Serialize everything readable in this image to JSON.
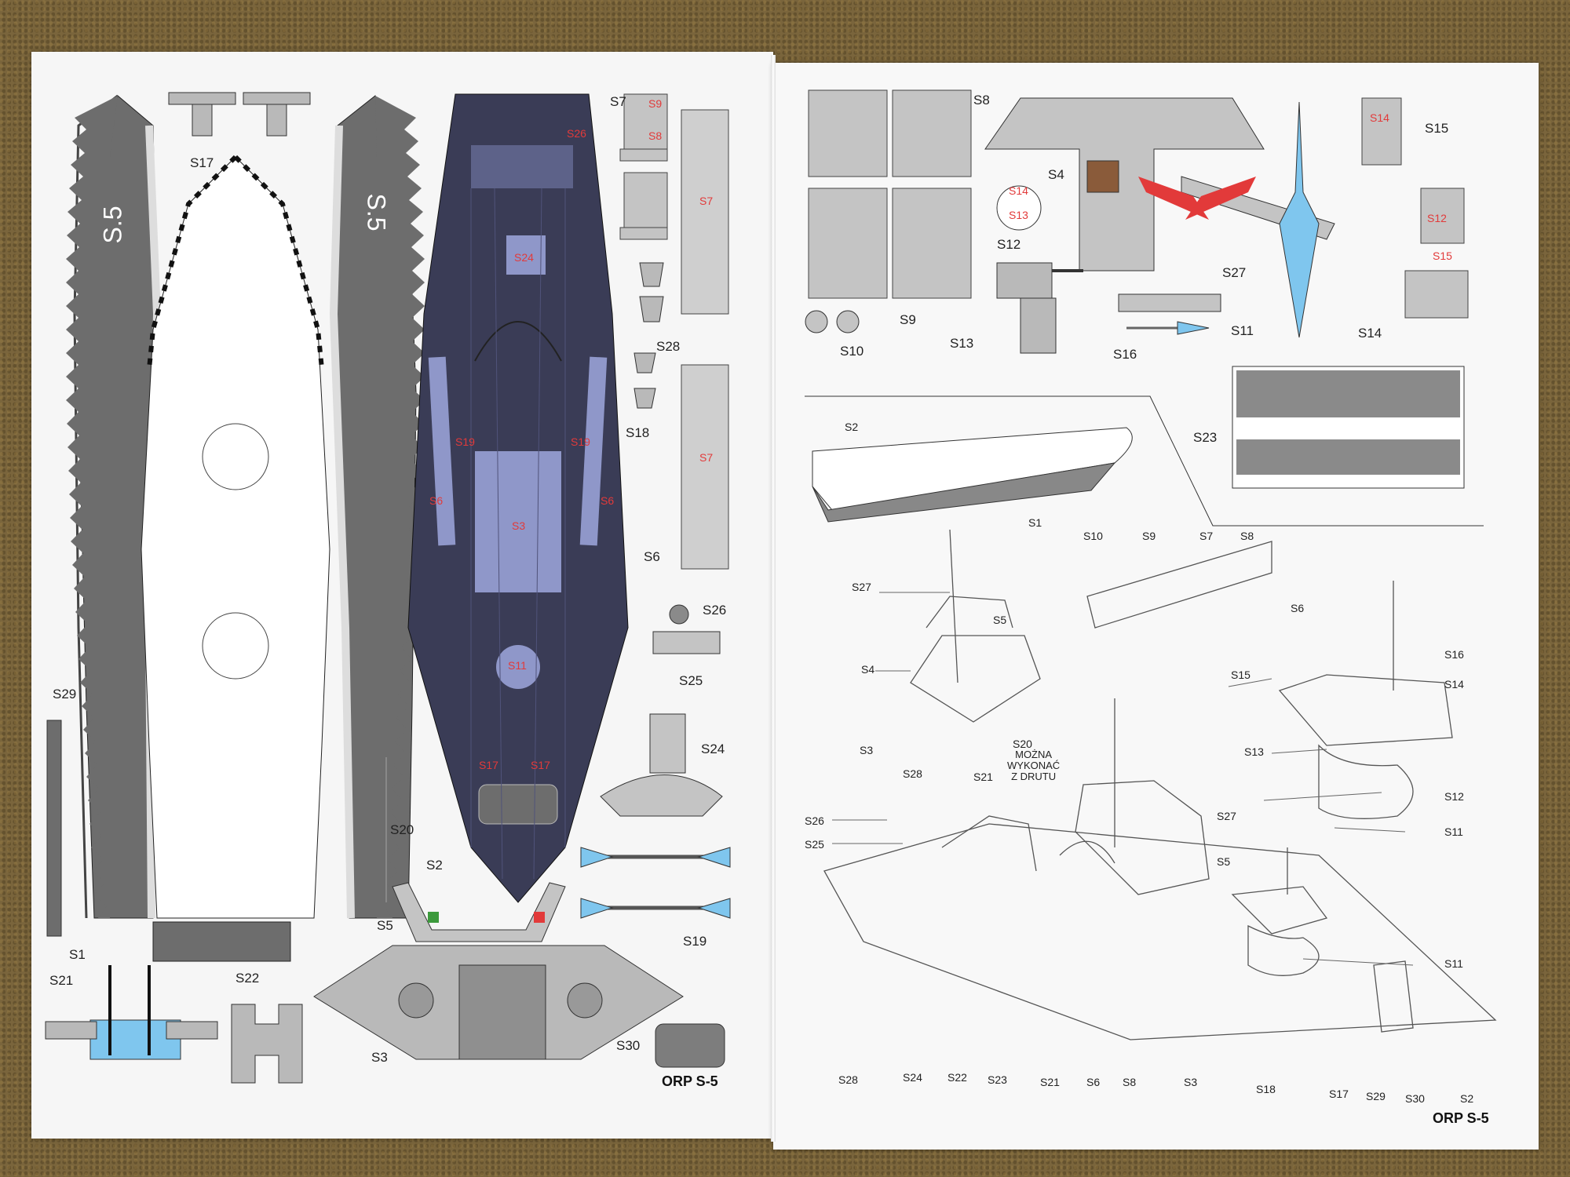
{
  "model_name": "ORP S-5",
  "left_page": {
    "labels": {
      "s1": "S1",
      "s2": "S2",
      "s3": "S3",
      "s5": "S5",
      "s6": "S6",
      "s7": "S7",
      "s8": "S8",
      "s9": "S9",
      "s17": "S17",
      "s18": "S18",
      "s19": "S19",
      "s20": "S20",
      "s21": "S21",
      "s22": "S22",
      "s24": "S24",
      "s25": "S25",
      "s26": "S26",
      "s28": "S28",
      "s29": "S29",
      "s30": "S30"
    },
    "hull_marking": "S.5",
    "deck_parts": {
      "s24": "S24",
      "s3": "S3",
      "s11": "S11",
      "s19": "S19",
      "s6": "S6",
      "s17": "S17",
      "s26": "S26"
    }
  },
  "right_page": {
    "labels": {
      "s4": "S4",
      "s8": "S8",
      "s9": "S9",
      "s10": "S10",
      "s11": "S11",
      "s12": "S12",
      "s13": "S13",
      "s14": "S14",
      "s15": "S15",
      "s16": "S16",
      "s23": "S23",
      "s27": "S27"
    },
    "inline_parts": {
      "s14": "S14",
      "s13": "S13",
      "s12": "S12",
      "s15": "S15",
      "s27": "S27"
    },
    "diagram_labels": {
      "s1": "S1",
      "s2": "S2",
      "s3": "S3",
      "s4": "S4",
      "s5": "S5",
      "s6": "S6",
      "s7": "S7",
      "s8": "S8",
      "s9": "S9",
      "s10": "S10",
      "s11": "S11",
      "s12": "S12",
      "s13": "S13",
      "s14": "S14",
      "s15": "S15",
      "s16": "S16",
      "s17": "S17",
      "s18": "S18",
      "s20": "S20",
      "s21": "S21",
      "s22": "S22",
      "s23": "S23",
      "s24": "S24",
      "s25": "S25",
      "s26": "S26",
      "s27": "S27",
      "s28": "S28",
      "s29": "S29",
      "s30": "S30"
    },
    "s20_note": [
      "MOŻNA",
      "WYKONAĆ",
      "Z DRUTU"
    ]
  },
  "colors": {
    "deck": "#3a3c56",
    "deck_accent": "#8f97c9",
    "hull": "#6d6d6d",
    "hull_light": "#b9b9b9",
    "part_grey": "#c4c4c4",
    "red": "#e23a3a",
    "blue": "#7fc6ee"
  }
}
